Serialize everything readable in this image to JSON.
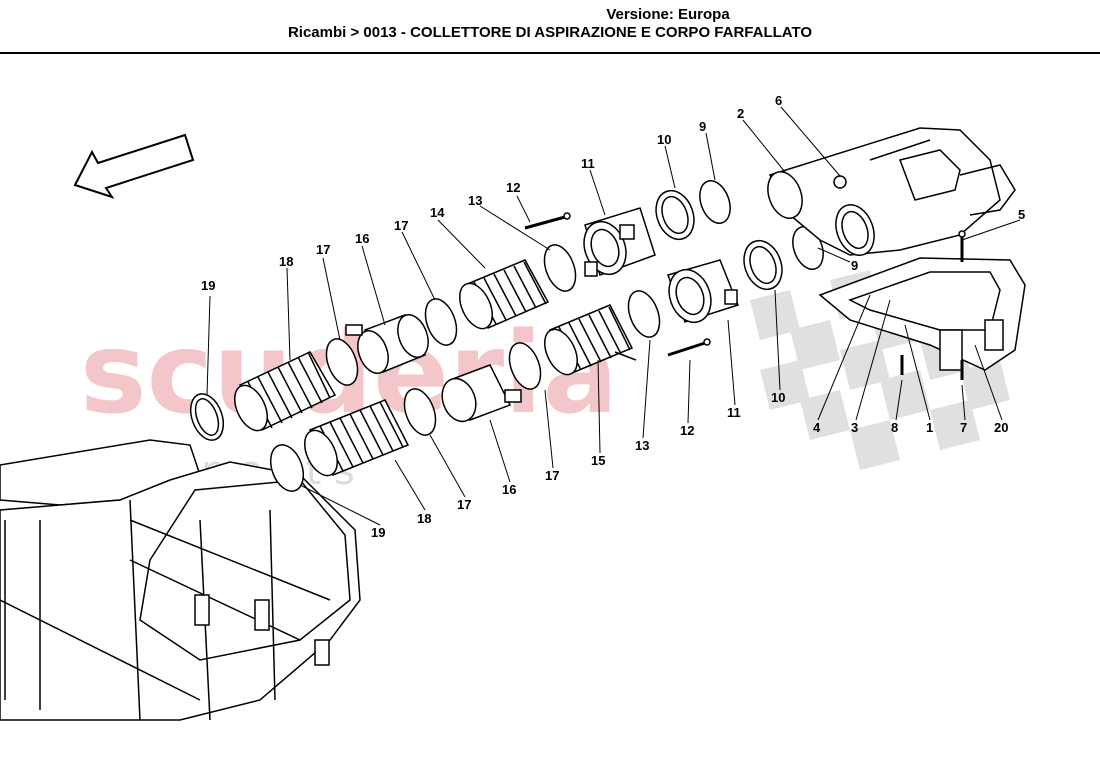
{
  "header": {
    "version": "Versione: Europa",
    "title": "Ricambi > 0013 - COLLETTORE DI ASPIRAZIONE E CORPO FARFALLATO"
  },
  "watermark": {
    "brand": "scuderia",
    "sub": "c a r p a r t s"
  },
  "labels": {
    "l1": "1",
    "l2": "2",
    "l3": "3",
    "l4": "4",
    "l5": "5",
    "l6": "6",
    "l7": "7",
    "l8": "8",
    "l9a": "9",
    "l9b": "9",
    "l10a": "10",
    "l10b": "10",
    "l11a": "11",
    "l11b": "11",
    "l12a": "12",
    "l12b": "12",
    "l13a": "13",
    "l13b": "13",
    "l14": "14",
    "l15": "15",
    "l16a": "16",
    "l16b": "16",
    "l17a": "17",
    "l17b": "17",
    "l17c": "17",
    "l17d": "17",
    "l18a": "18",
    "l18b": "18",
    "l19a": "19",
    "l19b": "19",
    "l20": "20"
  },
  "colors": {
    "line": "#000000",
    "watermark": "#f3c6c9",
    "flag": "#d9d9d9"
  }
}
